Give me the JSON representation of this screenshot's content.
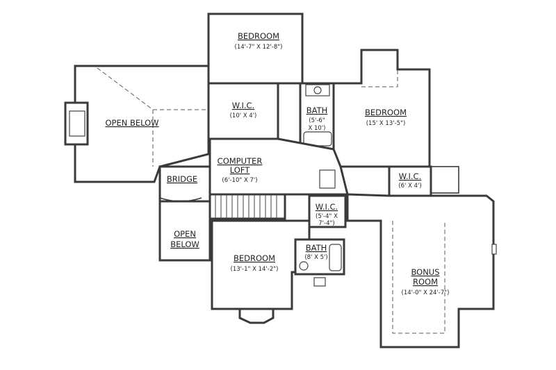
{
  "rooms": {
    "bedroom_top": {
      "name": "BEDROOM",
      "size": "(14'-7\" X 12'-8\")"
    },
    "open_below_left": {
      "name": "OPEN BELOW"
    },
    "wic_top": {
      "name": "W.I.C.",
      "size": "(10' X 4')"
    },
    "bath_top": {
      "name": "BATH",
      "size_line1": "(5'-6\"",
      "size_line2": "X 10')"
    },
    "bedroom_right": {
      "name": "BEDROOM",
      "size": "(15' X 13'-5\")"
    },
    "computer_loft": {
      "name_line1": "COMPUTER",
      "name_line2": "LOFT",
      "size": "(6'-10\" X 7')"
    },
    "bridge": {
      "name": "BRIDGE"
    },
    "wic_right": {
      "name": "W.I.C.",
      "size": "(6' X 4')"
    },
    "wic_middle": {
      "name": "W.I.C.",
      "size_line1": "(5'-4\" X",
      "size_line2": "7'-4\")"
    },
    "open_below_bottom": {
      "name_line1": "OPEN",
      "name_line2": "BELOW"
    },
    "bath_bottom": {
      "name": "BATH",
      "size": "(8' X 5')"
    },
    "bedroom_bottom": {
      "name": "BEDROOM",
      "size": "(13'-1\" X 14'-2\")"
    },
    "bonus_room": {
      "name_line1": "BONUS",
      "name_line2": "ROOM",
      "size": "(14'-0\" X 24'-7\")"
    }
  }
}
